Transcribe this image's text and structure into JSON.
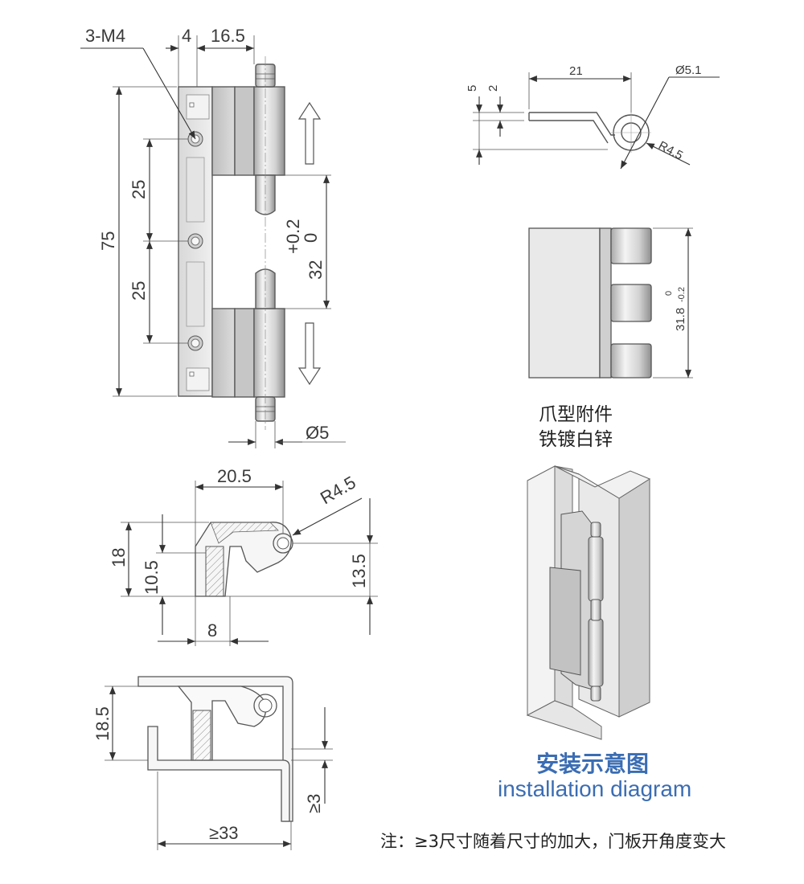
{
  "front_view": {
    "label_holes": "3-M4",
    "dim_offset": "4",
    "dim_width": "16.5",
    "dim_height": "75",
    "dim_pitch_upper": "25",
    "dim_pitch_lower": "25",
    "dim_gap": "32",
    "dim_tol_upper": "+0.2",
    "dim_tol_lower": "0",
    "dim_pin_dia": "Ø5"
  },
  "top_view": {
    "dim_5": "5",
    "dim_2": "2",
    "dim_21": "21",
    "dim_bore": "Ø5.1",
    "dim_radius": "R4.5"
  },
  "side_view": {
    "dim_height": "31.8",
    "dim_tol_upper": "0",
    "dim_tol_lower": "-0.2"
  },
  "section_view": {
    "dim_width": "20.5",
    "dim_radius": "R4.5",
    "dim_18": "18",
    "dim_10_5": "10.5",
    "dim_13_5": "13.5",
    "dim_8": "8"
  },
  "mount_view": {
    "dim_18_5": "18.5",
    "dim_clearance": "≥3",
    "dim_min_width": "≥33"
  },
  "material": {
    "line1": "爪型附件",
    "line2": "铁镀白锌"
  },
  "install": {
    "title_cn": "安装示意图",
    "title_en": "installation diagram"
  },
  "note": "注：≥3尺寸随着尺寸的加大，门板开角度变大",
  "colors": {
    "accent_blue": "#3b6db3",
    "metal_light": "#e6e6e6",
    "metal_mid": "#c9c9c9",
    "metal_dark": "#9d9d9d"
  }
}
